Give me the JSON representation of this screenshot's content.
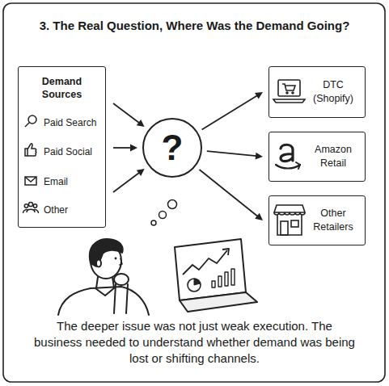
{
  "diagram": {
    "title": "3. The Real Question, Where Was the Demand Going?",
    "caption": "The deeper issue was not just weak execution. The business needed to understand whether demand was being lost or shifting channels.",
    "nodes": [
      {
        "text": [
          "Demand Sources",
          "Paid Search",
          "Paid Social",
          "Email",
          "Other"
        ]
      },
      {
        "text": [
          "?"
        ]
      },
      {
        "text": [
          "DTC (Shopify)"
        ]
      },
      {
        "text": [
          "Amazon Retail"
        ]
      },
      {
        "text": [
          "Other Retailers"
        ]
      }
    ],
    "edges": [
      {
        "from": 0,
        "to": 1,
        "arrow": "to"
      },
      {
        "from": 0,
        "to": 1,
        "arrow": "to"
      },
      {
        "from": 0,
        "to": 1,
        "arrow": "to"
      },
      {
        "from": 1,
        "to": 2,
        "arrow": "to"
      },
      {
        "from": 1,
        "to": 3,
        "arrow": "to"
      },
      {
        "from": 1,
        "to": 4,
        "arrow": "to"
      }
    ]
  }
}
